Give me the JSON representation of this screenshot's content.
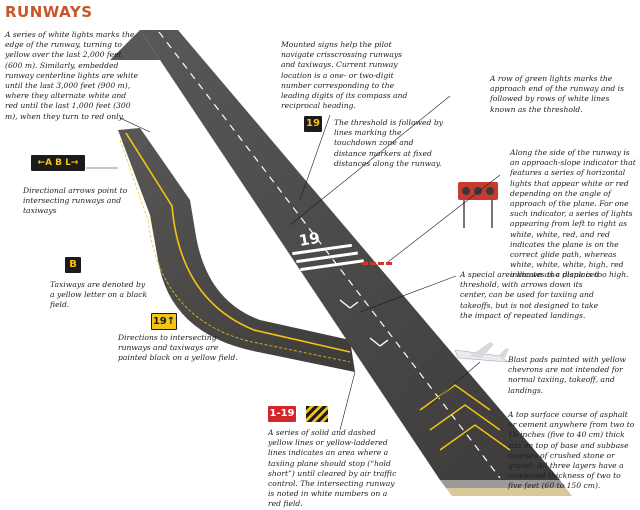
{
  "title": "RUNWAYS",
  "notes": {
    "edge_lights": "A series of white lights marks the edge of the runway, turning to yellow over the last 2,000 feet (600 m). Similarly, embedded runway centerline lights are white until the last 3,000 feet (900 m), where they alternate white and red until the last 1,000 feet (300 m), when they turn to red only.",
    "mounted_signs": "Mounted signs help the pilot navigate crisscrossing runways and taxiways. Current runway location is a one- or two-digit number corresponding to the leading digits of its compass and reciprocal heading.",
    "green_lights": "A row of green lights marks the approach end of the runway and is followed by rows of white lines known as the threshold.",
    "threshold": "The threshold is followed by lines marking the touchdown zone and distance markers at fixed distances along the runway.",
    "approach_slope": "Along the side of the runway is an approach-slope indicator that features a series of horizontal lights that appear white or red depending on the angle of approach of the plane. For one such indicator, a series of lights appearing from left to right as white, white, red, and red indicates the plane is on the correct glide path, whereas white, white, white, high, red indicates the plane is too high.",
    "directional_arrows": "Directional arrows point to intersecting runways and taxiways",
    "taxiways": "Taxiways are denoted by a yellow letter on a black field.",
    "directions": "Directions to intersecting runways and taxiways are painted black on a yellow field.",
    "displaced_threshold": "A special area known as a displaced threshold, with arrows down its center, can be used for taxiing and takeoffs, but is not designed to take the impact of repeated landings.",
    "blast_pads": "Blast pads painted with yellow chevrons are not intended for normal taxiing, takeoff, and landings.",
    "hold_lines": "A series of solid and dashed yellow lines or yellow-laddered lines indicates an area where a taxiing plane should stop (“hold short”) until cleared by air traffic control. The intersecting runway is noted in white numbers on a red field.",
    "surface": "A top surface course of asphalt or cement anywhere from two to 16 inches (five to 40 cm) thick sits on top of base and subbase courses of crushed stone or gravel. All three layers have a combined thickness of two to five feet (60 to 150 cm)."
  },
  "signs": {
    "directional": "←A B L→",
    "taxiway_letter": "B",
    "direction_19": "19↑",
    "location_19": "19",
    "hold_short": "1-19"
  },
  "runway_number": "19",
  "colors": {
    "title": "#c7562a",
    "asphalt": "#4d4b49",
    "taxiway_yellow": "#f4c316",
    "sign_red": "#d3262b",
    "approach_red": "#c73b2e"
  }
}
